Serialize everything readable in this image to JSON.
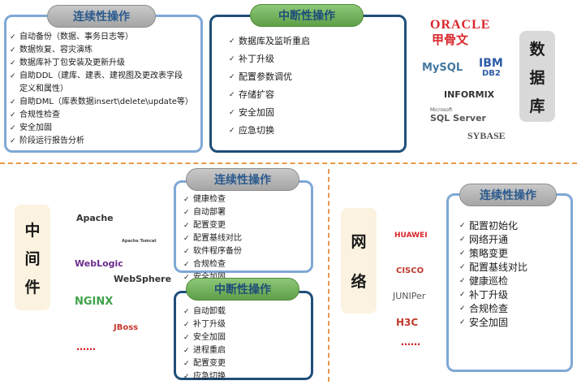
{
  "database": {
    "continuous": {
      "title": "连续性操作",
      "items": [
        "自动备份（数据、事务日志等）",
        "数据恢复、容灾演练",
        "数据库补丁包安装及更新升级",
        "自助DDL（建库、建表、建视图及更改表字段",
        "定义和属性）",
        "自助DML（库表数据insert\\delete\\update等）",
        "合规性检查",
        "安全加固",
        "阶段运行报告分析"
      ]
    },
    "interrupt": {
      "title": "中断性操作",
      "items": [
        "数据库及监听重启",
        "补丁升级",
        "配置参数调优",
        "存储扩容",
        "安全加固",
        "应急切换"
      ]
    },
    "label": [
      "数",
      "据",
      "库"
    ],
    "logos": {
      "oracle": "ORACLE",
      "oracle_cn": "甲骨文",
      "mysql": "MySQL",
      "ibm": "IBM",
      "db2": "DB2",
      "informix": "INFORMIX",
      "microsoft": "Microsoft",
      "sqlserver": "SQL Server",
      "sybase": "SYBASE"
    }
  },
  "middleware": {
    "label": [
      "中",
      "间",
      "件"
    ],
    "continuous": {
      "title": "连续性操作",
      "items": [
        "健康检查",
        "自动部署",
        "配置变更",
        "配置基线对比",
        "软件程序备份",
        "合规检查",
        "安全加固"
      ]
    },
    "interrupt": {
      "title": "中断性操作",
      "items": [
        "自动卸载",
        "补丁升级",
        "安全加固",
        "进程重启",
        "配置变更",
        "应急切换"
      ]
    },
    "logos": {
      "apache": "Apache",
      "tomcat": "Apache Tomcat",
      "weblogic": "WebLogic",
      "websphere": "WebSphere",
      "nginx": "NGINX",
      "jboss": "JBoss",
      "more": "……"
    }
  },
  "network": {
    "label": [
      "网",
      "络"
    ],
    "continuous": {
      "title": "连续性操作",
      "items": [
        "配置初始化",
        "网络开通",
        "策略变更",
        "配置基线对比",
        "健康巡检",
        "补丁升级",
        "合规检查",
        "安全加固"
      ]
    },
    "logos": {
      "huawei": "HUAWEI",
      "cisco": "CISCO",
      "juniper": "JUNIPer",
      "h3c": "H3C",
      "more": "……"
    }
  },
  "colors": {
    "blue_border": "#7fa8d6",
    "dark_border": "#1f4e79",
    "divider": "#e59a4c",
    "pill_gray": "#b3b3b3",
    "pill_green": "#70b05a"
  }
}
